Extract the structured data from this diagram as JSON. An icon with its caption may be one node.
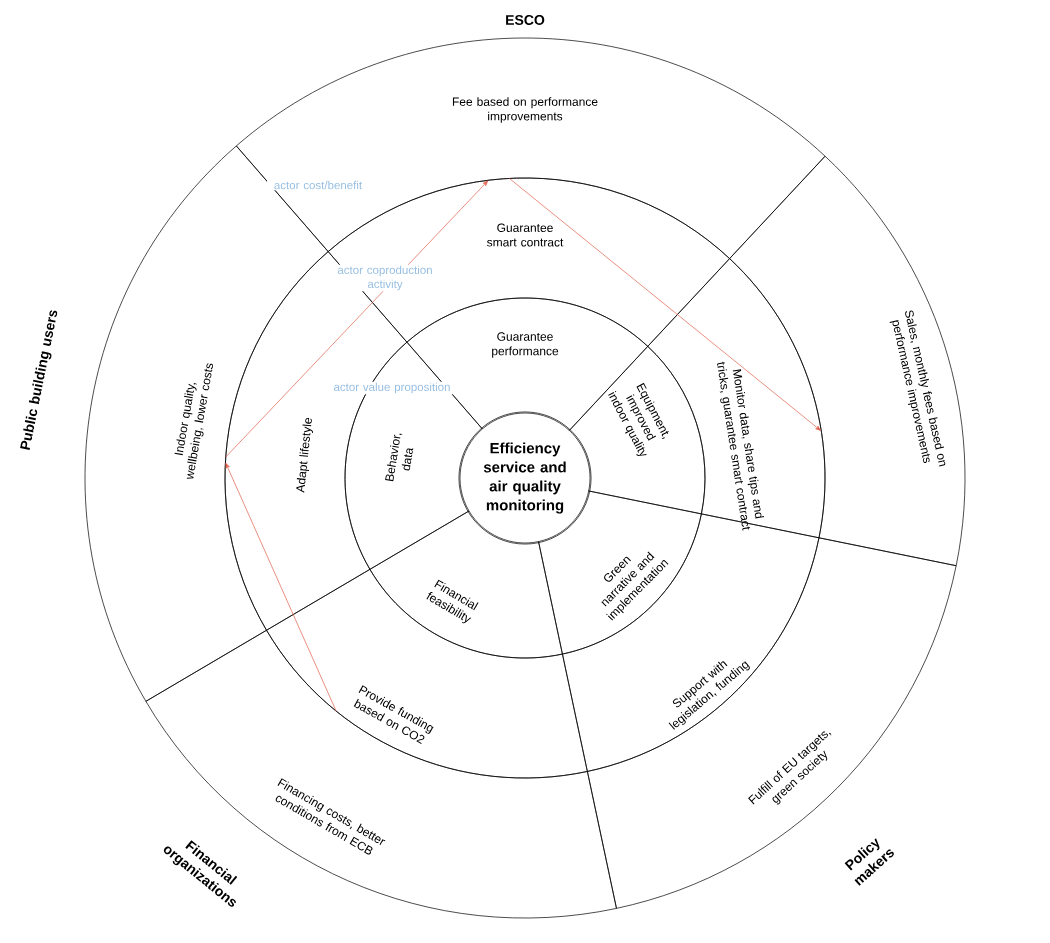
{
  "diagram": {
    "nodes": [
      {
        "text": [
          "Efficiency service and air quality monitoring"
        ]
      },
      {
        "text": [
          "Guarantee performance"
        ]
      },
      {
        "text": [
          "Guarantee smart contract"
        ]
      },
      {
        "text": [
          "Fee based on performance improvements"
        ]
      },
      {
        "text": [
          "Equipment, improved indoor quality"
        ]
      },
      {
        "text": [
          "Monitor data, share tips and tricks, guarantee smart contract"
        ]
      },
      {
        "text": [
          "Sales, monthly fees based on performance improvements"
        ]
      },
      {
        "text": [
          "Green narrative and implementation"
        ]
      },
      {
        "text": [
          "Support with legislation, funding"
        ]
      },
      {
        "text": [
          "Fulfill of EU targets, green society"
        ]
      },
      {
        "text": [
          "Financial feasibility"
        ]
      },
      {
        "text": [
          "Provide funding based on CO2"
        ]
      },
      {
        "text": [
          "Financing costs, better conditions from ECB"
        ]
      },
      {
        "text": [
          "Behavior, data"
        ]
      },
      {
        "text": [
          "Adapt lifestyle"
        ]
      },
      {
        "text": [
          "Indoor quality, wellbeing, lower costs"
        ]
      }
    ],
    "edges": [
      {
        "from": 11,
        "to": 14,
        "arrow": "to",
        "color": "#e0604c"
      },
      {
        "from": 14,
        "to": 2,
        "arrow": "to",
        "color": "#e0604c"
      },
      {
        "from": 2,
        "to": 5,
        "arrow": "to",
        "color": "#e0604c"
      }
    ],
    "labels": [
      "ESCO",
      "actor cost/benefit",
      "actor coproduction activity",
      "Public building users",
      "actor value proposition",
      "Financial organizations",
      "Policy makers"
    ]
  }
}
